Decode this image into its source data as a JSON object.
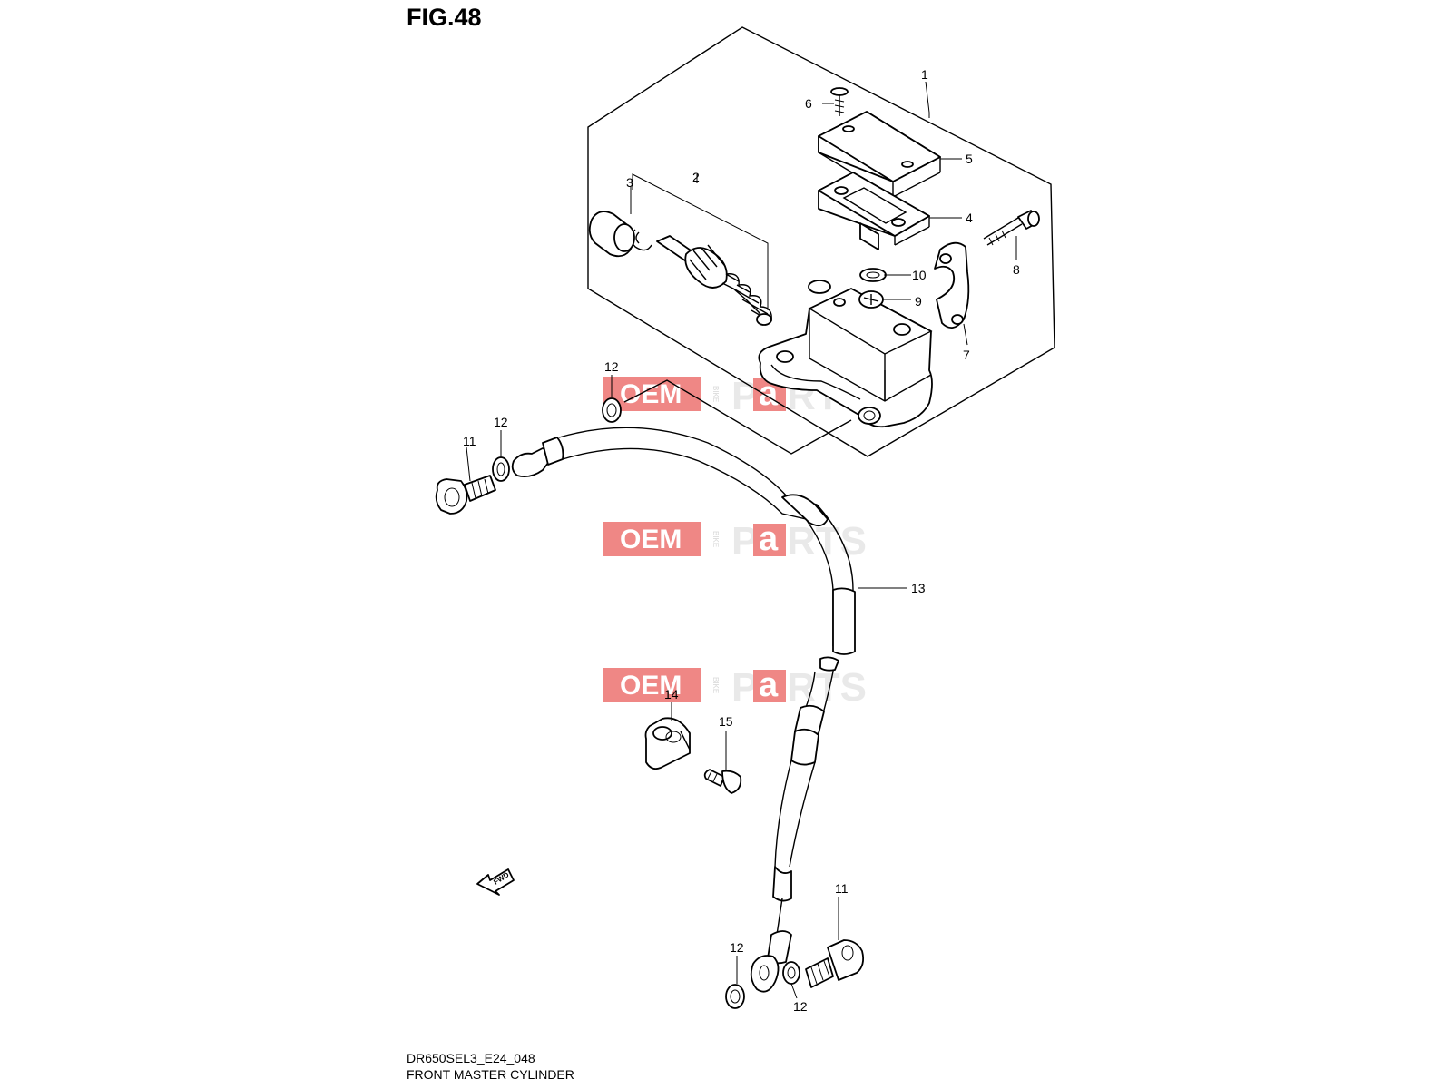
{
  "figure": {
    "title": "FIG.48"
  },
  "footer": {
    "code": "DR650SEL3_E24_048",
    "caption": "FRONT MASTER CYLINDER"
  },
  "callouts": {
    "n1": "1",
    "n2": "2",
    "n3": "3",
    "n4": "4",
    "n5": "5",
    "n6": "6",
    "n7": "7",
    "n8": "8",
    "n9": "9",
    "n10": "10",
    "n11a": "11",
    "n11b": "11",
    "n12a": "12",
    "n12b": "12",
    "n12c": "12",
    "n12d": "12",
    "n13": "13",
    "n14": "14",
    "n15": "15"
  },
  "fwd_marker": "FWD",
  "watermark": {
    "oem": "OEM",
    "bike": "BIKE",
    "p": "P",
    "a": "a",
    "rts": "RTS",
    "colors": {
      "red": "#e53935",
      "grey": "#bdbdbd"
    }
  }
}
